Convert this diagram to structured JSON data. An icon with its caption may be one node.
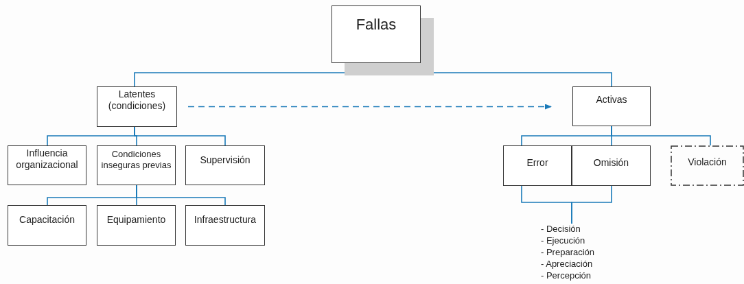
{
  "diagram": {
    "nodes": [
      {
        "text": [
          "Fallas"
        ]
      },
      {
        "text": [
          "Latentes (condiciones)"
        ]
      },
      {
        "text": [
          "Activas"
        ]
      },
      {
        "text": [
          "Influencia organizacional"
        ]
      },
      {
        "text": [
          "Condiciones inseguras previas"
        ]
      },
      {
        "text": [
          "Supervisión"
        ]
      },
      {
        "text": [
          "Capacitación"
        ]
      },
      {
        "text": [
          "Equipamiento"
        ]
      },
      {
        "text": [
          "Infraestructura"
        ]
      },
      {
        "text": [
          "Error"
        ]
      },
      {
        "text": [
          "Omisión"
        ]
      },
      {
        "text": [
          "Violación"
        ]
      },
      {
        "text": [
          "- Decisión",
          "- Ejecución",
          "- Preparación",
          "- Apreciación",
          "- Percepción"
        ]
      }
    ],
    "edges": [
      {
        "from": 0,
        "to": 1,
        "arrow": "none"
      },
      {
        "from": 0,
        "to": 2,
        "arrow": "none"
      },
      {
        "from": 1,
        "to": 2,
        "arrow": "to",
        "style": "dashed"
      },
      {
        "from": 1,
        "to": 3,
        "arrow": "none"
      },
      {
        "from": 1,
        "to": 4,
        "arrow": "none"
      },
      {
        "from": 1,
        "to": 5,
        "arrow": "none"
      },
      {
        "from": 4,
        "to": 6,
        "arrow": "none"
      },
      {
        "from": 4,
        "to": 7,
        "arrow": "none"
      },
      {
        "from": 4,
        "to": 8,
        "arrow": "none"
      },
      {
        "from": 2,
        "to": 9,
        "arrow": "none"
      },
      {
        "from": 2,
        "to": 10,
        "arrow": "none"
      },
      {
        "from": 2,
        "to": 11,
        "arrow": "none"
      },
      {
        "from": 9,
        "to": 12,
        "arrow": "none"
      },
      {
        "from": 10,
        "to": 12,
        "arrow": "none"
      }
    ]
  }
}
